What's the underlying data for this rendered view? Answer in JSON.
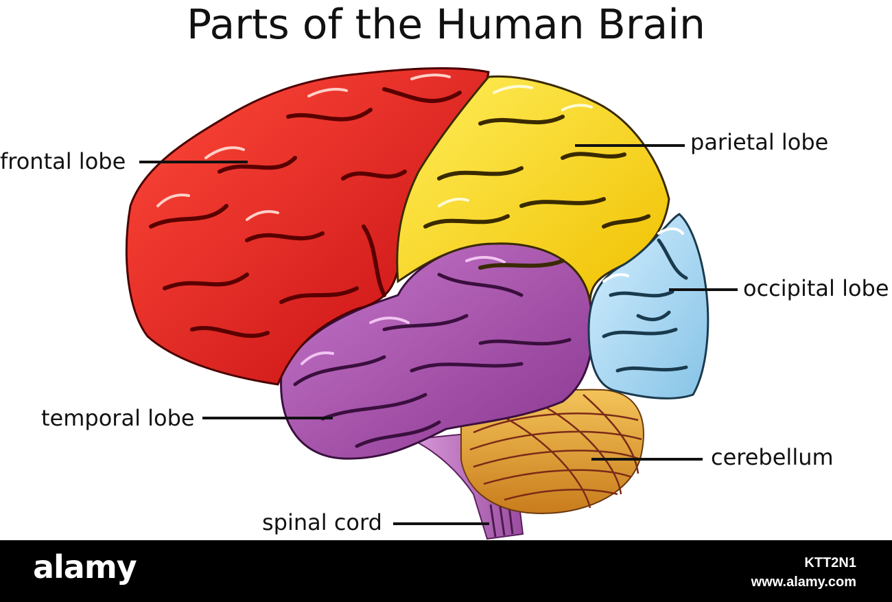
{
  "title": "Parts of the Human Brain",
  "labels": {
    "frontal": "frontal lobe",
    "parietal": "parietal lobe",
    "occipital": "occipital lobe",
    "temporal": "temporal lobe",
    "cerebellum": "cerebellum",
    "spinal": "spinal cord"
  },
  "colors": {
    "frontal": "#e8141a",
    "parietal": "#f7d81c",
    "occipital": "#a9d8f0",
    "temporal": "#a24fa6",
    "cerebellum": "#e2a43a",
    "spinal": "#c77fc7"
  },
  "watermark": {
    "brand": "alamy",
    "image_code": "KTT2N1",
    "site": "www.alamy.com"
  }
}
